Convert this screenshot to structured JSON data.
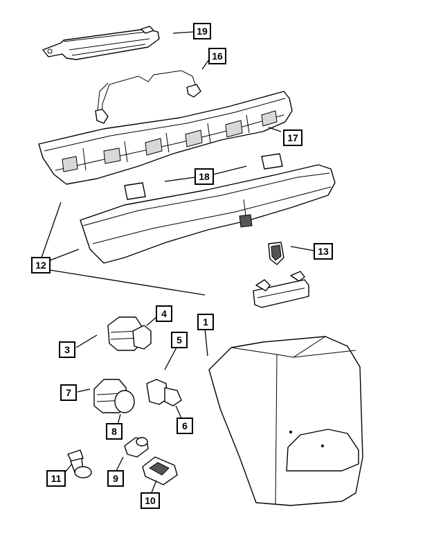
{
  "callouts": [
    {
      "id": "c19",
      "label": "19"
    },
    {
      "id": "c16",
      "label": "16"
    },
    {
      "id": "c17",
      "label": "17"
    },
    {
      "id": "c18",
      "label": "18"
    },
    {
      "id": "c12",
      "label": "12"
    },
    {
      "id": "c13",
      "label": "13"
    },
    {
      "id": "c1",
      "label": "1"
    },
    {
      "id": "c4",
      "label": "4"
    },
    {
      "id": "c3",
      "label": "3"
    },
    {
      "id": "c5",
      "label": "5"
    },
    {
      "id": "c7",
      "label": "7"
    },
    {
      "id": "c6",
      "label": "6"
    },
    {
      "id": "c8",
      "label": "8"
    },
    {
      "id": "c9",
      "label": "9"
    },
    {
      "id": "c11",
      "label": "11"
    },
    {
      "id": "c10",
      "label": "10"
    }
  ],
  "colors": {
    "line": "#000000",
    "fill": "#ffffff",
    "shade": "#d8d8d8"
  }
}
